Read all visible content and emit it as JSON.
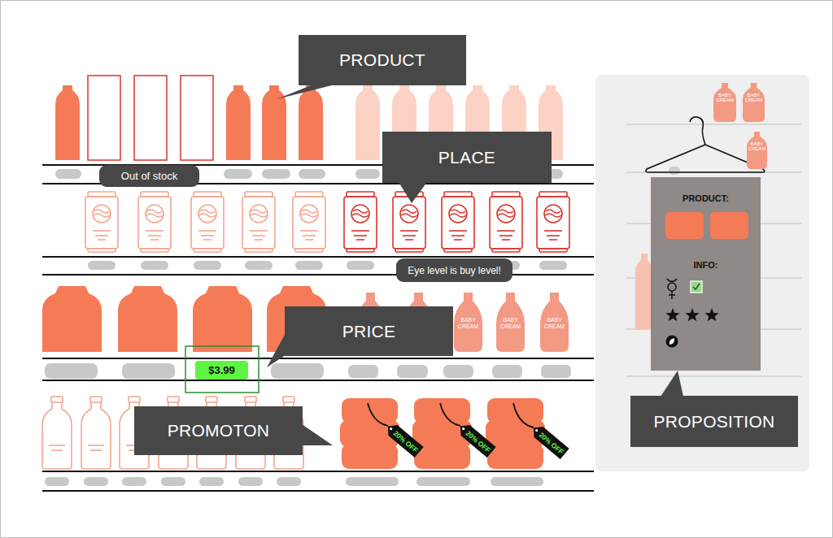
{
  "diagram": {
    "nodes": [
      {
        "text": [
          "PRODUCT"
        ]
      },
      {
        "text": [
          "Out of stock"
        ]
      },
      {
        "text": [
          "PLACE"
        ]
      },
      {
        "text": [
          "Eye level is buy level!"
        ]
      },
      {
        "text": [
          "PRICE"
        ]
      },
      {
        "text": [
          "$3.99"
        ]
      },
      {
        "text": [
          "BABY CREAM"
        ]
      },
      {
        "text": [
          "BABY CREAM"
        ]
      },
      {
        "text": [
          "BABY CREAM"
        ]
      },
      {
        "text": [
          "PROMOTON"
        ]
      },
      {
        "text": [
          "20% OFF"
        ]
      },
      {
        "text": [
          "20% OFF"
        ]
      },
      {
        "text": [
          "20% OFF"
        ]
      },
      {
        "text": [
          "BABY CREAM"
        ]
      },
      {
        "text": [
          "BABY CREAM"
        ]
      },
      {
        "text": [
          "BABY CREAM"
        ]
      },
      {
        "text": [
          "PRODUCT:",
          "INFO:"
        ]
      },
      {
        "text": [
          "PROPOSITION"
        ]
      }
    ]
  }
}
